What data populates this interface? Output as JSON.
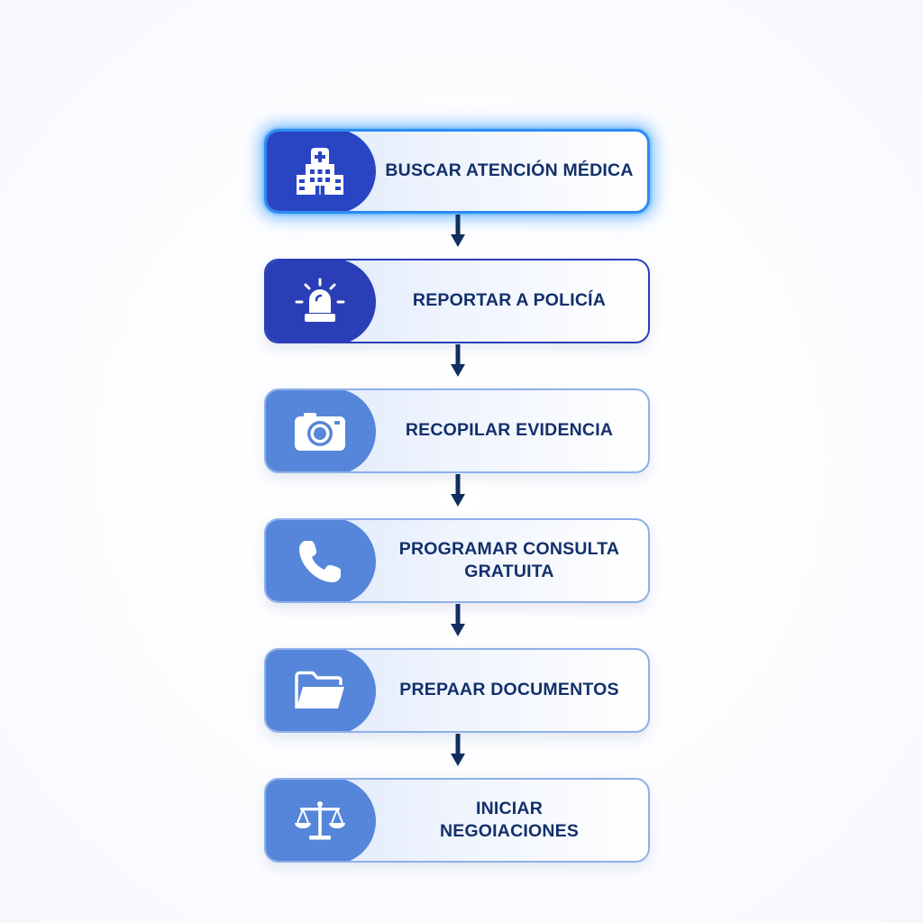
{
  "diagram": {
    "steps": [
      {
        "label": "BUSCAR ATENCIÓN MÉDICA",
        "icon": "hospital-icon",
        "state": "active"
      },
      {
        "label": "REPORTAR A POLICÍA",
        "icon": "police-siren-icon",
        "state": "dark"
      },
      {
        "label": "RECOPILAR EVIDENCIA",
        "icon": "camera-icon",
        "state": "normal"
      },
      {
        "label": "PROGRAMAR CONSULTA\nGRATUITA",
        "icon": "phone-icon",
        "state": "normal"
      },
      {
        "label": "PREPAAR DOCUMENTOS",
        "icon": "folder-icon",
        "state": "normal"
      },
      {
        "label": "INICIAR\nNEGOIACIONES",
        "icon": "scales-of-justice-icon",
        "state": "normal"
      }
    ],
    "colors": {
      "active_accent": "#2c8cf2",
      "dark_cap": "#2a3fb7",
      "light_cap": "#5686d9",
      "text": "#12306b",
      "arrow": "#0f2f5e"
    }
  }
}
